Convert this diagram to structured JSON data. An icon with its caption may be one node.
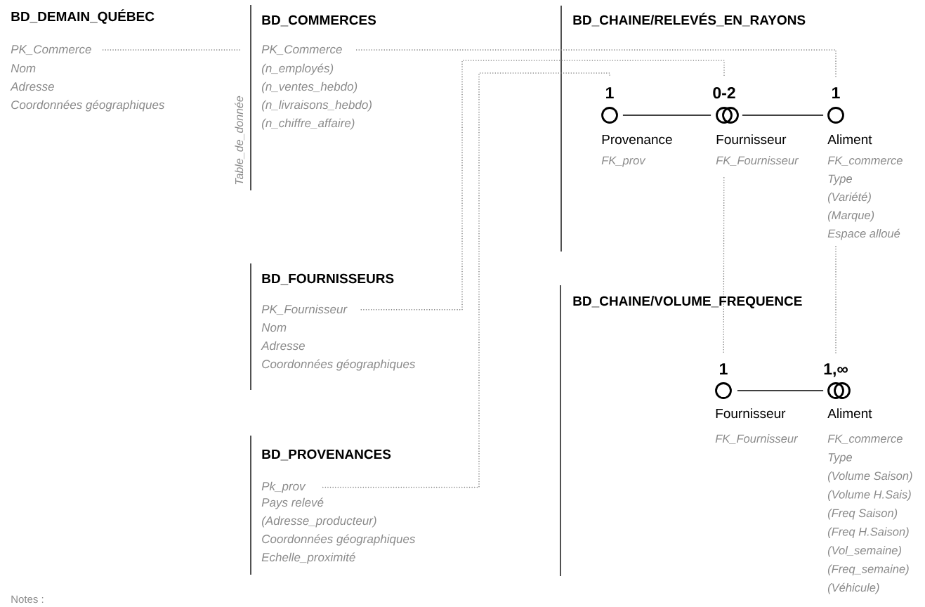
{
  "diagram": {
    "nodes": [
      {
        "text": [
          "PK_Commerce"
        ]
      },
      {
        "text": [
          "PK_Commerce"
        ]
      },
      {
        "text": [],
        "shape": "circle",
        "beside": [
          "1",
          "Provenance",
          "FK_prov"
        ]
      },
      {
        "text": [],
        "shape": "double-circle",
        "beside": [
          "0-2",
          "Fournisseur",
          "FK_Fournisseur"
        ]
      },
      {
        "text": [],
        "shape": "circle",
        "beside": [
          "1",
          "Aliment",
          "FK_commerce",
          "Type",
          "(Variété)",
          "(Marque)",
          "Espace alloué"
        ]
      },
      {
        "text": [
          "PK_Fournisseur"
        ]
      },
      {
        "text": [
          "Pk_prov"
        ]
      },
      {
        "text": [],
        "shape": "circle",
        "beside": [
          "1",
          "Fournisseur",
          "FK_Fournisseur"
        ]
      },
      {
        "text": [],
        "shape": "double-circle",
        "beside": [
          "1,∞",
          "Aliment",
          "FK_commerce",
          "Type",
          "(Volume Saison)",
          "(Volume H.Sais)",
          "(Freq Saison)",
          "(Freq H.Saison)",
          "(Vol_semaine)",
          "(Freq_semaine)",
          "(Véhicule)"
        ]
      }
    ],
    "edges": [
      {
        "from": 0,
        "to": 1,
        "arrow": "none",
        "style": "dashed"
      },
      {
        "from": 1,
        "to": 4,
        "arrow": "none",
        "style": "dashed"
      },
      {
        "from": 4,
        "to": 8,
        "arrow": "none",
        "style": "dashed"
      },
      {
        "from": 5,
        "to": 3,
        "arrow": "none",
        "style": "dashed"
      },
      {
        "from": 3,
        "to": 7,
        "arrow": "none",
        "style": "dashed"
      },
      {
        "from": 6,
        "to": 2,
        "arrow": "none",
        "style": "dashed"
      },
      {
        "from": 2,
        "to": 3,
        "arrow": "none",
        "color": "#000000"
      },
      {
        "from": 3,
        "to": 4,
        "arrow": "none",
        "color": "#000000"
      },
      {
        "from": 7,
        "to": 8,
        "arrow": "none",
        "color": "#000000"
      }
    ],
    "labels": [
      "BD_DEMAIN_QUÉBEC",
      "Nom",
      "Adresse",
      "Coordonnées géographiques",
      "Table_de_donnée",
      "BD_COMMERCES",
      "(n_employés)",
      "(n_ventes_hebdo)",
      "(n_livraisons_hebdo)",
      "(n_chiffre_affaire)",
      "BD_CHAINE/RELEVÉS_EN_RAYONS",
      "BD_FOURNISSEURS",
      "Nom",
      "Adresse",
      "Coordonnées géographiques",
      "BD_CHAINE/VOLUME_FREQUENCE",
      "BD_PROVENANCES",
      "Pays relevé",
      "(Adresse_producteur)",
      "Coordonnées géographiques",
      "Echelle_proximité",
      "Notes :"
    ]
  }
}
